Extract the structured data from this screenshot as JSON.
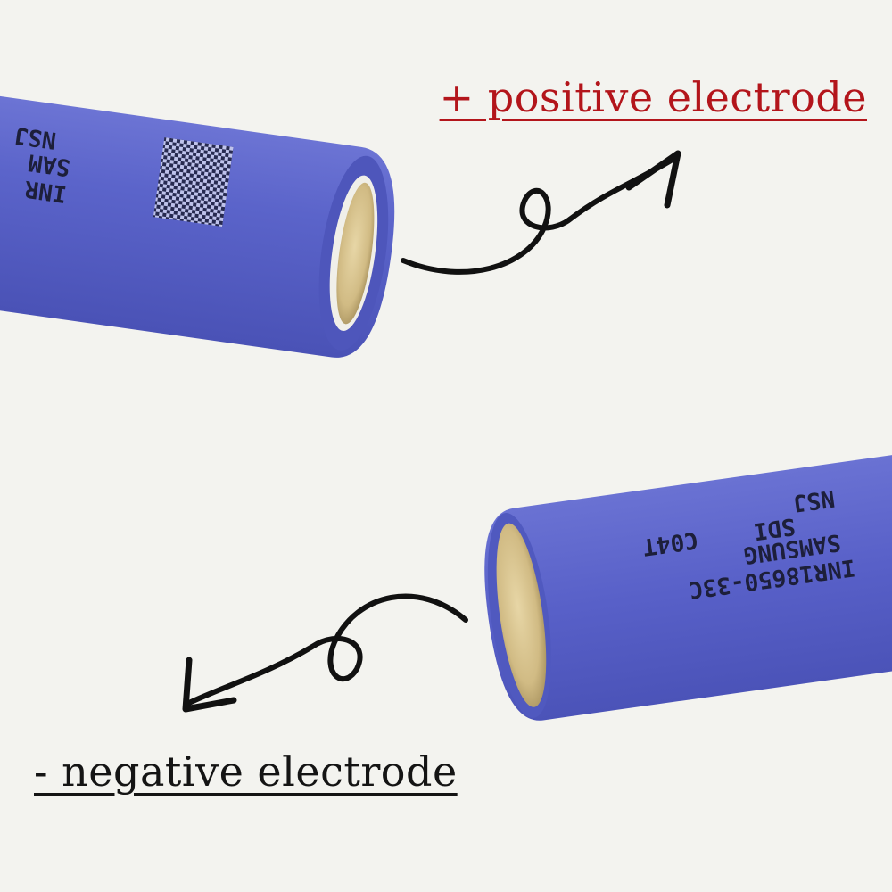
{
  "labels": {
    "positive": "+ positive electrode",
    "negative": "- negative electrode"
  },
  "cell_bottom": {
    "line1": "INR18650-33C",
    "line2": "SAMSUNG",
    "line3": "SDI",
    "line4": "C04T",
    "line5": "NSJ"
  },
  "cell_top": {
    "line1": "INR",
    "line2": "SAM",
    "line3": "NSJ"
  },
  "colors": {
    "positive_label": "#b3151b",
    "negative_label": "#141414",
    "battery_wrap": "#5a63c9",
    "terminal": "#d7c28f",
    "background": "#f3f3ef"
  },
  "icons": [
    "curly-arrow-icon",
    "curly-arrow-icon"
  ]
}
